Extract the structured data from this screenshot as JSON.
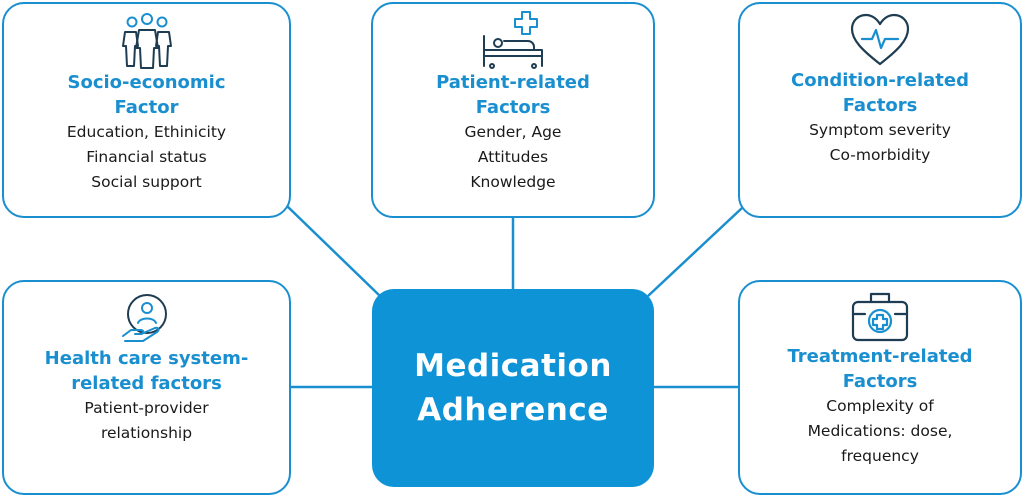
{
  "center": {
    "line1": "Medication",
    "line2": "Adherence"
  },
  "factors": {
    "socio": {
      "title_line1": "Socio-economic",
      "title_line2": "Factor",
      "details": [
        "Education, Ethinicity",
        "Financial status",
        "Social support"
      ],
      "icon": "people-group-icon"
    },
    "patient": {
      "title_line1": "Patient-related",
      "title_line2": "Factors",
      "details": [
        "Gender, Age",
        "Attitudes",
        "Knowledge"
      ],
      "icon": "hospital-bed-icon"
    },
    "condition": {
      "title_line1": "Condition-related",
      "title_line2": "Factors",
      "details": [
        "Symptom severity",
        "Co-morbidity"
      ],
      "icon": "heart-pulse-icon"
    },
    "health": {
      "title_line1": "Health care system-",
      "title_line2": "related factors",
      "details": [
        "Patient-provider",
        "relationship"
      ],
      "icon": "hand-care-icon"
    },
    "treatment": {
      "title_line1": "Treatment-related",
      "title_line2": "Factors",
      "details": [
        "Complexity of",
        "Medications: dose,",
        "frequency"
      ],
      "icon": "medical-kit-icon"
    }
  },
  "colors": {
    "accent": "#1a8fd0",
    "center_fill": "#0d93d6",
    "text": "#1a1a1a",
    "icon_stroke": "#1f3d52"
  }
}
